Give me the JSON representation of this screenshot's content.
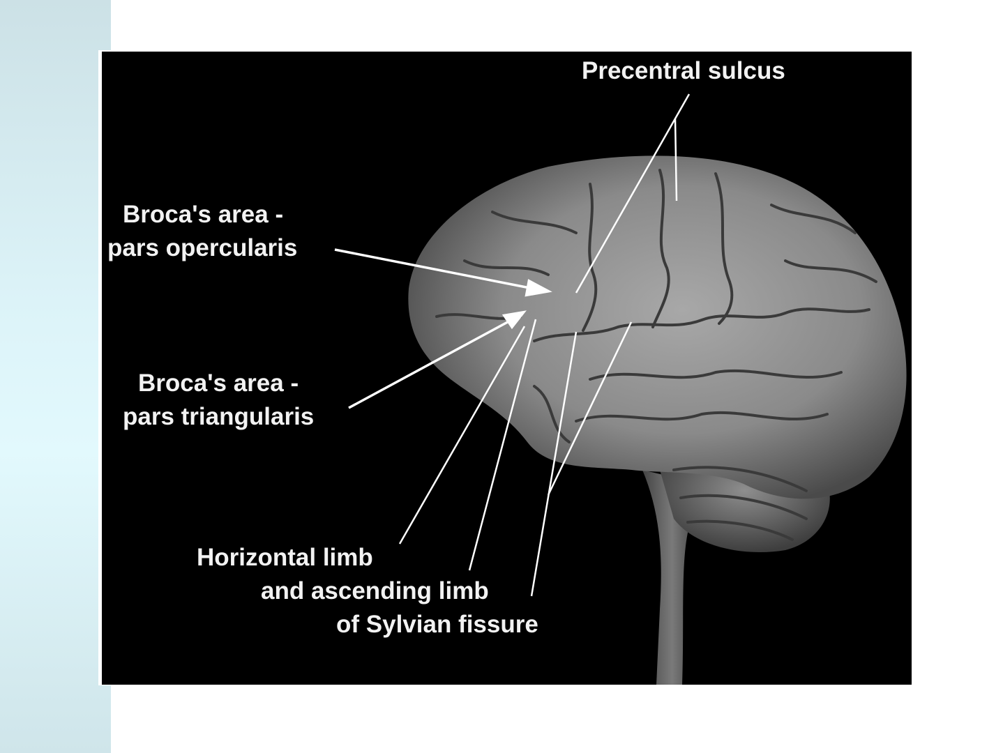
{
  "slide": {
    "labels": {
      "precentral": "Precentral sulcus",
      "opercularis_1": "Broca's area -",
      "opercularis_2": "pars opercularis",
      "triangularis_1": "Broca's area -",
      "triangularis_2": "pars triangularis",
      "sylvian_1": "Horizontal limb",
      "sylvian_2": "and ascending limb",
      "sylvian_3": "of Sylvian fissure"
    },
    "colors": {
      "background": "#000000",
      "label": "#f2f2f2",
      "side_panel": "#d8eef3"
    }
  }
}
